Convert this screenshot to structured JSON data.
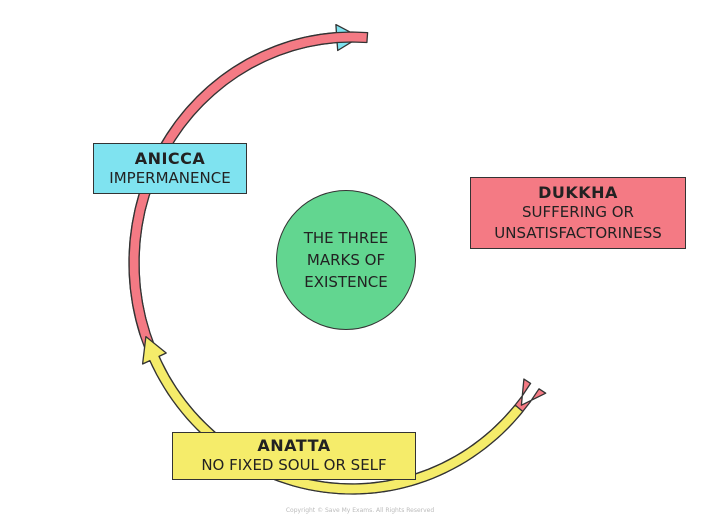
{
  "center": {
    "line1": "THE THREE",
    "line2": "MARKS OF",
    "line3": "EXISTENCE"
  },
  "anicca": {
    "title": "ANICCA",
    "subtitle": "IMPERMANENCE",
    "color": "#7fe3f0"
  },
  "dukkha": {
    "title": "DUKKHA",
    "subtitle1": "SUFFERING OR",
    "subtitle2": "UNSATISFACTORINESS",
    "color": "#f47a84"
  },
  "anatta": {
    "title": "ANATTA",
    "subtitle": "NO FIXED SOUL OR SELF",
    "color": "#f5ec6a"
  },
  "copyright": "Copyright © Save My Exams. All Rights Reserved"
}
